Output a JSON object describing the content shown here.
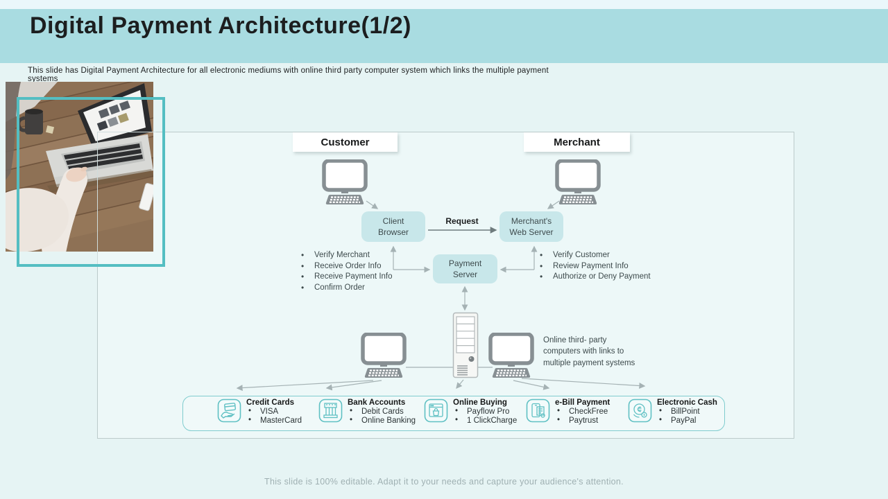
{
  "slide": {
    "title": "Digital Payment Architecture(1/2)",
    "subtitle": "This slide has Digital Payment Architecture for all electronic mediums with online third party computer system which links the multiple payment systems",
    "footer": "This slide is 100% editable. Adapt it to your needs and capture your audience's attention."
  },
  "diagram": {
    "customer_label": "Customer",
    "merchant_label": "Merchant",
    "client_browser": "Client\nBrowser",
    "request_label": "Request",
    "merchant_web_server": "Merchant's\nWeb Server",
    "payment_server": "Payment\nServer",
    "left_bullets": [
      "Verify Merchant",
      "Receive Order Info",
      "Receive Payment Info",
      "Confirm Order"
    ],
    "right_bullets": [
      "Verify Customer",
      "Review Payment Info",
      "Authorize or Deny Payment"
    ],
    "third_party_note": "Online third- party\ncomputers with links to\nmultiple payment systems"
  },
  "payment_methods": [
    {
      "title": "Credit Cards",
      "items": [
        "VISA",
        "MasterCard"
      ],
      "icon": "credit-card-hand-icon"
    },
    {
      "title": "Bank Accounts",
      "items": [
        "Debit Cards",
        "Online Banking"
      ],
      "icon": "bank-icon"
    },
    {
      "title": "Online Buying",
      "items": [
        "Payflow Pro",
        "1 ClickCharge"
      ],
      "icon": "browser-shopping-bag-icon"
    },
    {
      "title": "e-Bill Payment",
      "items": [
        "CheckFree",
        "Paytrust"
      ],
      "icon": "mobile-bill-icon"
    },
    {
      "title": "Electronic Cash",
      "items": [
        "BillPoint",
        "PayPal"
      ],
      "icon": "digital-coin-icon"
    }
  ],
  "colors": {
    "header_band": "#a9dce1",
    "page_background": "#e6f4f4",
    "diagram_fill": "#edf8f8",
    "node_fill": "#c8e7ea",
    "frame_teal": "#54bec2",
    "icon_teal": "#5fc0c3",
    "arrow_gray": "#a5b2b4",
    "text_dark": "#1c1e1f",
    "text_gray": "#3d4a4c",
    "footer_text": "#9fb0b2"
  }
}
